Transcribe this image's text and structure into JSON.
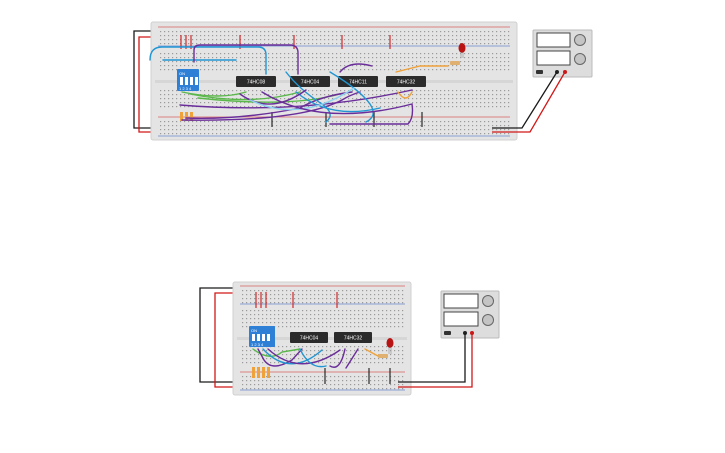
{
  "colors": {
    "breadboard": "#e4e4e4",
    "rail_red": "#d62020",
    "rail_blue": "#2a5bc4",
    "chip": "#2b2b2b",
    "dip": "#2e7fd6",
    "wire_red": "#d21818",
    "wire_black": "#1a1a1a",
    "wire_blue": "#2196d3",
    "wire_purple": "#6a2d9a",
    "wire_green": "#5ab84a",
    "wire_cyan": "#8fd3f0",
    "wire_orange": "#f0a23a",
    "led": "#b81414",
    "psu": "#dddddd"
  },
  "circuit_top": {
    "chips": [
      {
        "label": "74HC08"
      },
      {
        "label": "74HC04"
      },
      {
        "label": "74HC11"
      },
      {
        "label": "74HC32"
      }
    ],
    "dip_switch": {
      "on_label": "ON",
      "positions": "1 2 3 4"
    }
  },
  "circuit_bottom": {
    "chips": [
      {
        "label": "74HC04"
      },
      {
        "label": "74HC32"
      }
    ],
    "dip_switch": {
      "on_label": "ON",
      "positions": "1 2 3 4"
    }
  }
}
